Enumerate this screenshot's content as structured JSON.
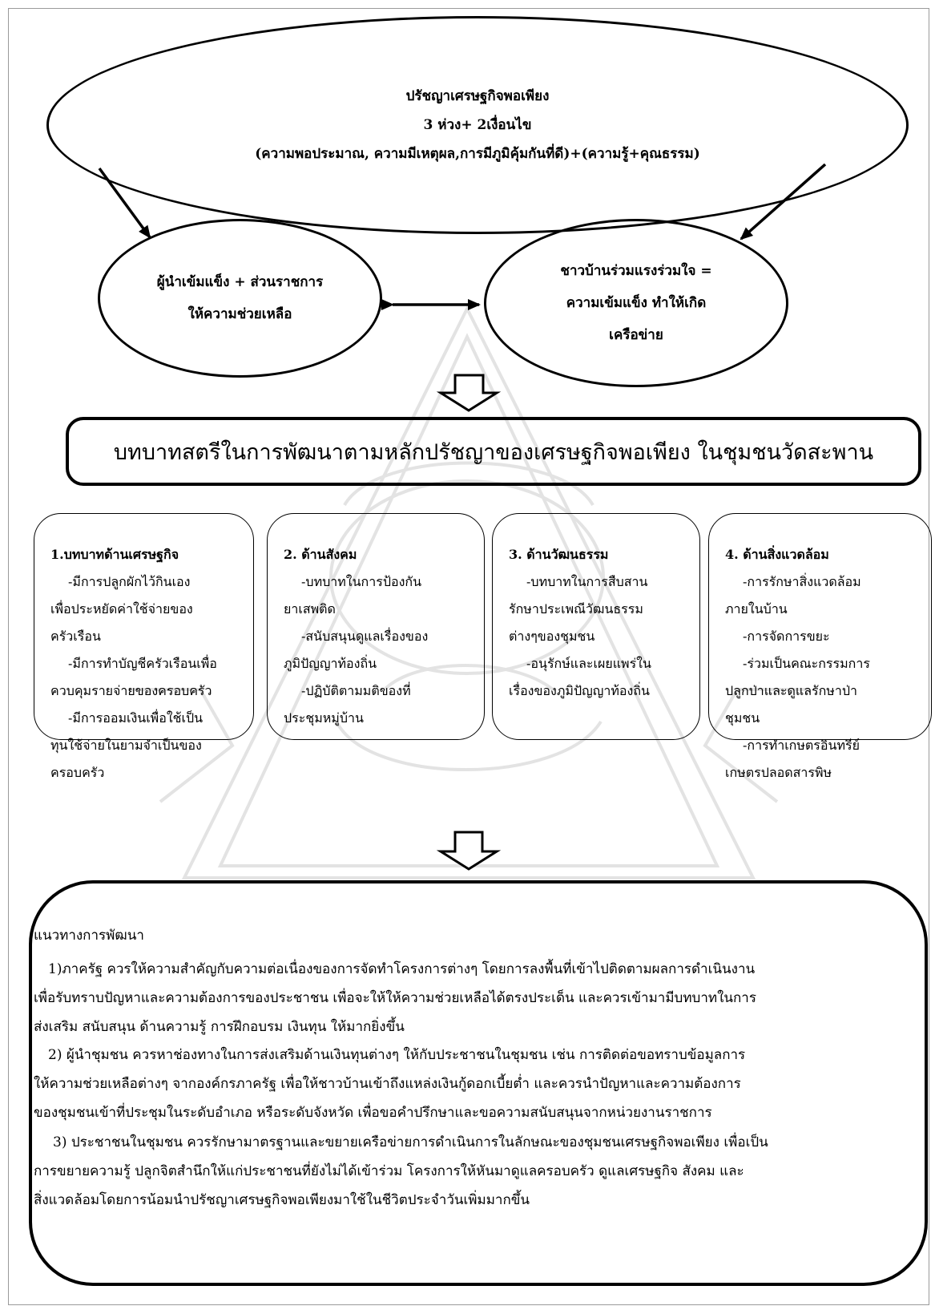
{
  "philosophy": {
    "title": "ปรัชญาเศรษฐกิจพอเพียง",
    "subtitle": "3 ห่วง+ 2เงื่อนไข",
    "detail": "(ความพอประมาณ, ความมีเหตุผล,การมีภูมิคุ้มกันที่ดี)+(ความรู้+คุณธรรม)"
  },
  "leader": {
    "line1": "ผู้นำเข้มแข็ง + ส่วนราชการ",
    "line2": "ให้ความช่วยเหลือ"
  },
  "villagers": {
    "line1": "ชาวบ้านร่วมแรงร่วมใจ =",
    "line2": "ความเข้มแข็ง ทำให้เกิด",
    "line3": "เครือข่าย"
  },
  "role_title": "บทบาทสตรีในการพัฒนาตามหลักปรัชญาของเศรษฐกิจพอเพียง ในชุมชนวัดสะพาน",
  "cards": [
    {
      "title": "1.บทบาทด้านเศรษฐกิจ",
      "lines": [
        "-มีการปลูกผักไว้กินเอง",
        "เพื่อประหยัดค่าใช้จ่ายของ",
        "ครัวเรือน",
        "-มีการทำบัญชีครัวเรือนเพื่อ",
        "ควบคุมรายจ่ายของครอบครัว",
        "-มีการออมเงินเพื่อใช้เป็น",
        "ทุนใช้จ่ายในยามจำเป็นของ",
        "ครอบครัว"
      ]
    },
    {
      "title": "2. ด้านสังคม",
      "lines": [
        "-บทบาทในการป้องกัน",
        "ยาเสพติด",
        "-สนับสนุนดูแลเรื่องของ",
        "ภูมิปัญญาท้องถิ่น",
        "-ปฏิบัติตามมติของที่",
        "ประชุมหมู่บ้าน"
      ]
    },
    {
      "title": "3. ด้านวัฒนธรรม",
      "lines": [
        "-บทบาทในการสืบสาน",
        "รักษาประเพณีวัฒนธรรม",
        "ต่างๆของชุมชน",
        "-อนุรักษ์และเผยแพร่ใน",
        "เรื่องของภูมิปัญญาท้องถิ่น"
      ]
    },
    {
      "title": "4. ด้านสิ่งแวดล้อม",
      "lines": [
        "-การรักษาสิ่งแวดล้อม",
        "ภายในบ้าน",
        "-การจัดการขยะ",
        "-ร่วมเป็นคณะกรรมการ",
        "ปลูกป่าและดูแลรักษาป่า",
        "ชุมชน",
        "-การทำเกษตรอินทรีย์",
        "เกษตรปลอดสารพิษ"
      ]
    }
  ],
  "development": {
    "title": "แนวทางการพัฒนา",
    "p1": [
      "1)ภาครัฐ ควรให้ความสำคัญกับความต่อเนื่องของการจัดทำโครงการต่างๆ โดยการลงพื้นที่เข้าไปติดตามผลการดำเนินงาน",
      "เพื่อรับทราบปัญหาและความต้องการของประชาชน เพื่อจะให้ให้ความช่วยเหลือได้ตรงประเด็น และควรเข้ามามีบทบาทในการ",
      "ส่งเสริม สนับสนุน ด้านความรู้ การฝึกอบรม เงินทุน ให้มากยิ่งขึ้น"
    ],
    "p2": [
      "2) ผู้นำชุมชน ควรหาช่องทางในการส่งเสริมด้านเงินทุนต่างๆ ให้กับประชาชนในชุมชน เช่น การติดต่อขอทราบข้อมูลการ",
      "ให้ความช่วยเหลือต่างๆ จากองค์กรภาครัฐ เพื่อให้ชาวบ้านเข้าถึงแหล่งเงินกู้ดอกเบี้ยต่ำ และควรนำปัญหาและความต้องการ",
      "ของชุมชนเข้าที่ประชุมในระดับอำเภอ หรือระดับจังหวัด เพื่อขอคำปรึกษาและขอความสนับสนุนจากหน่วยงานราชการ"
    ],
    "p3": [
      "3) ประชาชนในชุมชน ควรรักษามาตรฐานและขยายเครือข่ายการดำเนินการในลักษณะของชุมชนเศรษฐกิจพอเพียง เพื่อเป็น",
      "การขยายความรู้ ปลูกจิตสำนึกให้แก่ประชาชนที่ยังไม่ได้เข้าร่วม โครงการให้หันมาดูแลครอบครัว ดูแลเศรษฐกิจ สังคม และ",
      "สิ่งแวดล้อมโดยการน้อมนำปรัชญาเศรษฐกิจพอเพียงมาใช้ในชีวิตประจำวันเพิ่มมากขึ้น"
    ]
  }
}
